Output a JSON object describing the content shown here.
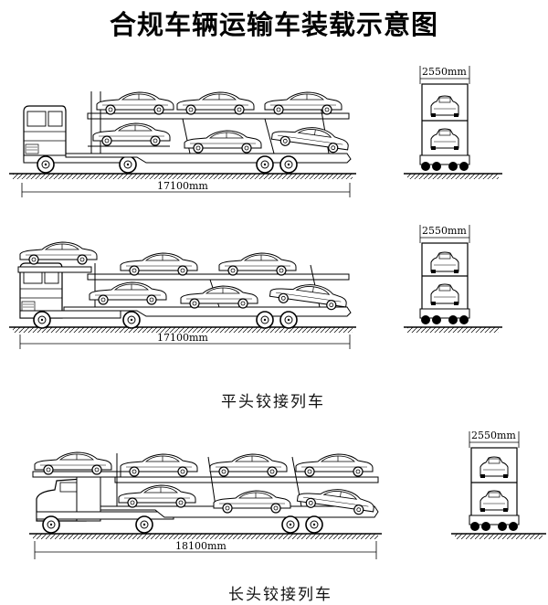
{
  "title": "合规车辆运输车装载示意图",
  "captions": {
    "flat_head": "平头铰接列车",
    "long_head": "长头铰接列车"
  },
  "dimensions": {
    "d1_length": "17100mm",
    "d1_width": "2550mm",
    "d2_length": "17100mm",
    "d2_width": "2550mm",
    "d3_length": "18100mm",
    "d3_width": "2550mm"
  }
}
